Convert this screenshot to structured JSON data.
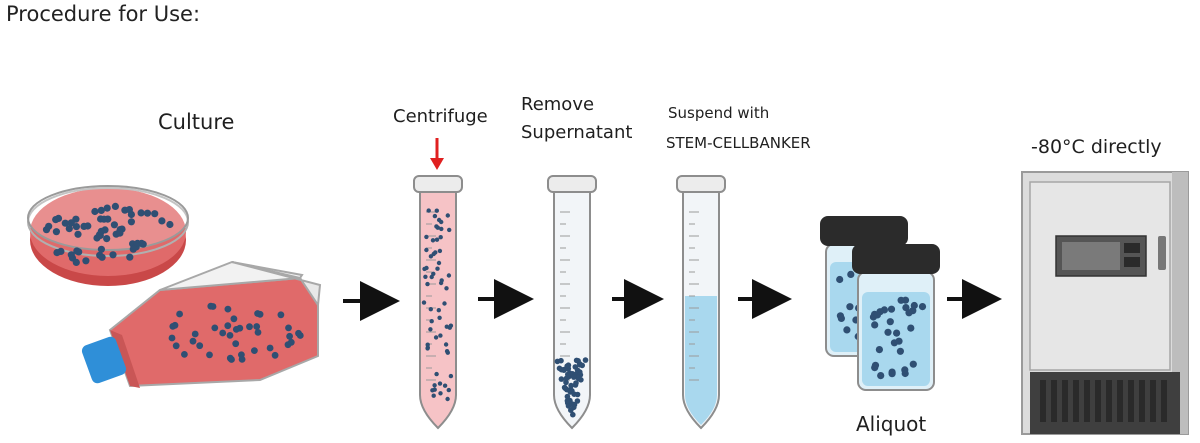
{
  "title": "Procedure for Use:",
  "steps": {
    "culture": "Culture",
    "centrifuge": "Centrifuge",
    "remove_line1": "Remove",
    "remove_line2": "Supernatant",
    "suspend_line1": "Suspend  with",
    "suspend_line2": "STEM-CELLBANKER",
    "aliquot": "Aliquot",
    "freeze": "-80°C directly"
  },
  "colors": {
    "medium_red": "#e06a6a",
    "cells": "#2f4f73",
    "arrow_red": "#e02020",
    "suspension_blue": "#a9d8ee",
    "cap_blue": "#2f8fd8",
    "freezer_body": "#d5d5d5",
    "freezer_dark": "#4a4a4a"
  },
  "icons": [
    "petri-dish-icon",
    "culture-flask-icon",
    "tube-icon",
    "vial-icon",
    "freezer-icon",
    "arrow-icon"
  ]
}
